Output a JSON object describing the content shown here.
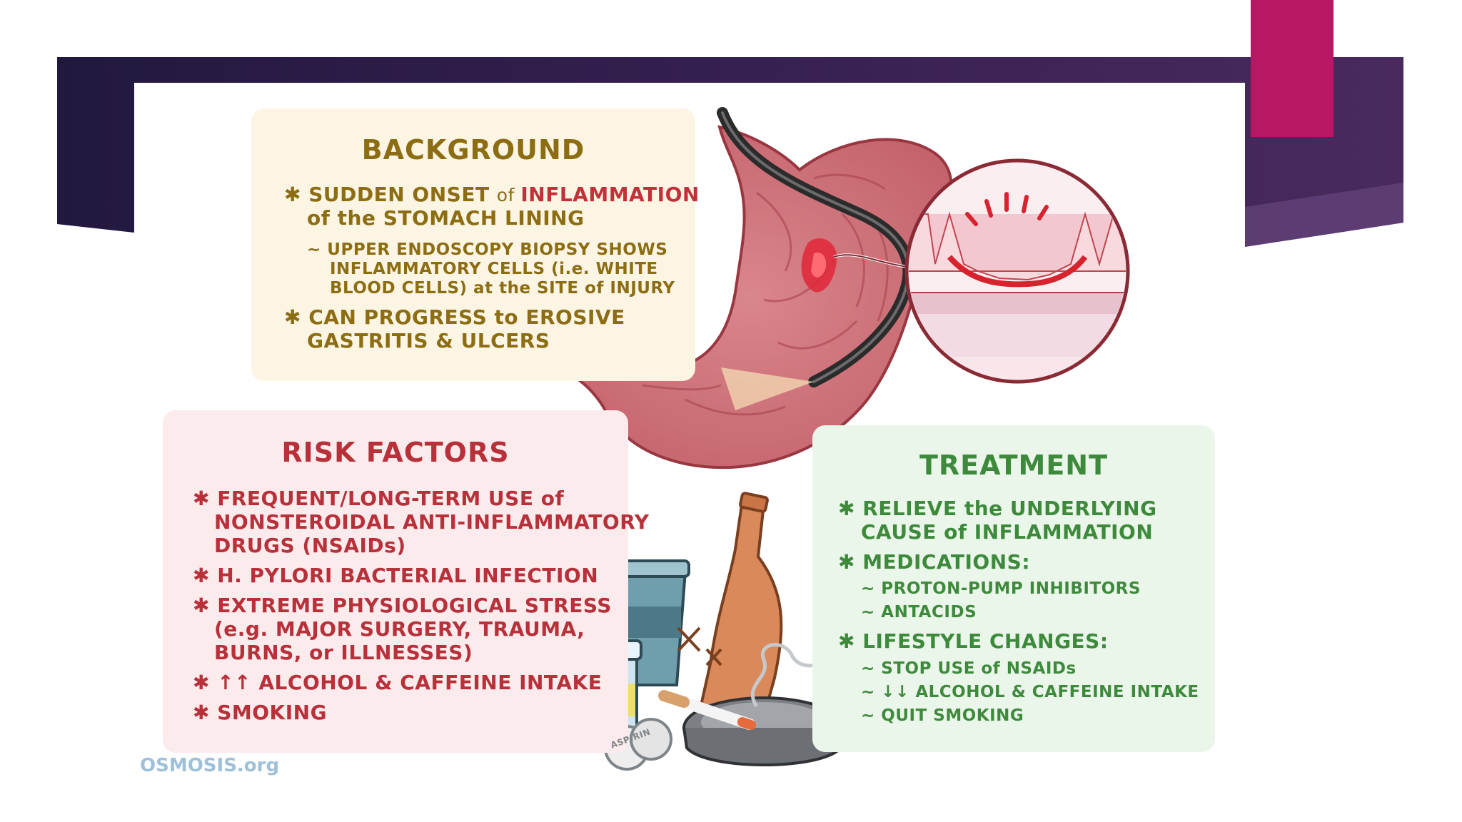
{
  "background": {
    "heading": "BACKGROUND",
    "lines": [
      {
        "bullet": "✱",
        "p1": "SUDDEN ONSET ",
        "p2": "of ",
        "p3": "INFLAMMATION"
      },
      {
        "text": "of the STOMACH LINING"
      },
      {
        "bullet": "~",
        "text": "UPPER ENDOSCOPY BIOPSY SHOWS"
      },
      {
        "text": "INFLAMMATORY CELLS (i.e. WHITE"
      },
      {
        "text": "BLOOD CELLS) at the SITE of INJURY"
      },
      {
        "bullet": "✱",
        "text": "CAN PROGRESS to EROSIVE"
      },
      {
        "text": "GASTRITIS & ULCERS"
      }
    ]
  },
  "risk_factors": {
    "heading": "RISK FACTORS",
    "lines": [
      {
        "bullet": "✱",
        "text": "FREQUENT/LONG-TERM USE of"
      },
      {
        "text": "NONSTEROIDAL ANTI-INFLAMMATORY"
      },
      {
        "text": "DRUGS (NSAIDs)"
      },
      {
        "bullet": "✱",
        "text": "H. PYLORI BACTERIAL INFECTION"
      },
      {
        "bullet": "✱",
        "text": "EXTREME PHYSIOLOGICAL STRESS"
      },
      {
        "text": "(e.g. MAJOR SURGERY, TRAUMA,"
      },
      {
        "text": "BURNS, or ILLNESSES)"
      },
      {
        "bullet": "✱",
        "text": "↑↑ ALCOHOL & CAFFEINE INTAKE"
      },
      {
        "bullet": "✱",
        "text": "SMOKING"
      }
    ]
  },
  "treatment": {
    "heading": "TREATMENT",
    "lines": [
      {
        "bullet": "✱",
        "text": "RELIEVE the UNDERLYING"
      },
      {
        "text": "CAUSE of INFLAMMATION"
      },
      {
        "bullet": "✱",
        "text": "MEDICATIONS:"
      },
      {
        "bullet": "~",
        "text": "PROTON-PUMP INHIBITORS"
      },
      {
        "bullet": "~",
        "text": "ANTACIDS"
      },
      {
        "bullet": "✱",
        "text": "LIFESTYLE CHANGES:"
      },
      {
        "bullet": "~",
        "text": "STOP USE of NSAIDs"
      },
      {
        "bullet": "~",
        "text": "↓↓ ALCOHOL & CAFFEINE INTAKE"
      },
      {
        "bullet": "~",
        "text": "QUIT SMOKING"
      }
    ]
  },
  "illustration": {
    "pill_label": "ASPIRIN"
  },
  "logo": {
    "text": "OSMOSIS.org"
  },
  "colors": {
    "slide_band": "#2c1d4f",
    "accent_magenta": "#b81863",
    "background_text": "#8c6d12",
    "highlight_red": "#c2303a",
    "risk_text": "#b8303a",
    "treatment_text": "#3e8a3c"
  }
}
